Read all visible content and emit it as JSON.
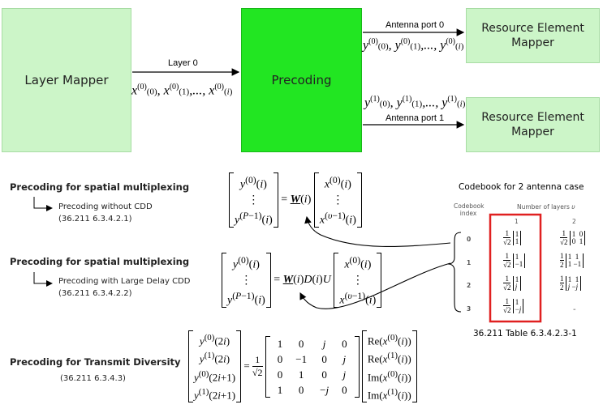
{
  "blocks": {
    "layer_mapper": "Layer Mapper",
    "precoding": "Precoding",
    "rem_top": "Resource Element Mapper",
    "rem_bottom": "Resource Element Mapper"
  },
  "labels": {
    "layer0": "Layer 0",
    "antenna0": "Antenna port 0",
    "antenna1": "Antenna port 1"
  },
  "sections": {
    "spatial1_title": "Precoding for spatial multiplexing",
    "spatial1_sub": "Precoding without CDD",
    "spatial1_ref": "(36.211 6.3.4.2.1)",
    "spatial2_title": "Precoding for spatial multiplexing",
    "spatial2_sub": "Precoding with Large Delay CDD",
    "spatial2_ref": "(36.211 6.3.4.2.2)",
    "td_title": "Precoding for Transmit Diversity",
    "td_ref": "(36.211 6.3.4.3)"
  },
  "codebook": {
    "title": "Codebook for 2 antenna case",
    "index_header": "Codebook index",
    "layers_header": "Number of layers",
    "layers_symbol": "υ",
    "col1": "1",
    "col2": "2",
    "indices": [
      "0",
      "1",
      "2",
      "3"
    ],
    "table_ref": "36.211 Table 6.3.4.2.3-1",
    "dash": "-"
  },
  "colors": {
    "light_green": "#ccf5c8",
    "bright_green": "#22e622",
    "highlight_red": "#e02020"
  }
}
